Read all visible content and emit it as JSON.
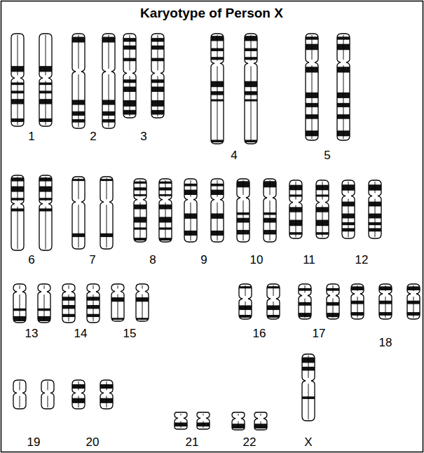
{
  "diagram": {
    "title": "Karyotype of Person X",
    "labels": [
      "1",
      "2",
      "3",
      "4",
      "5",
      "6",
      "7",
      "8",
      "9",
      "10",
      "11",
      "12",
      "13",
      "14",
      "15",
      "16",
      "17",
      "18",
      "19",
      "20",
      "21",
      "22",
      "X"
    ]
  }
}
